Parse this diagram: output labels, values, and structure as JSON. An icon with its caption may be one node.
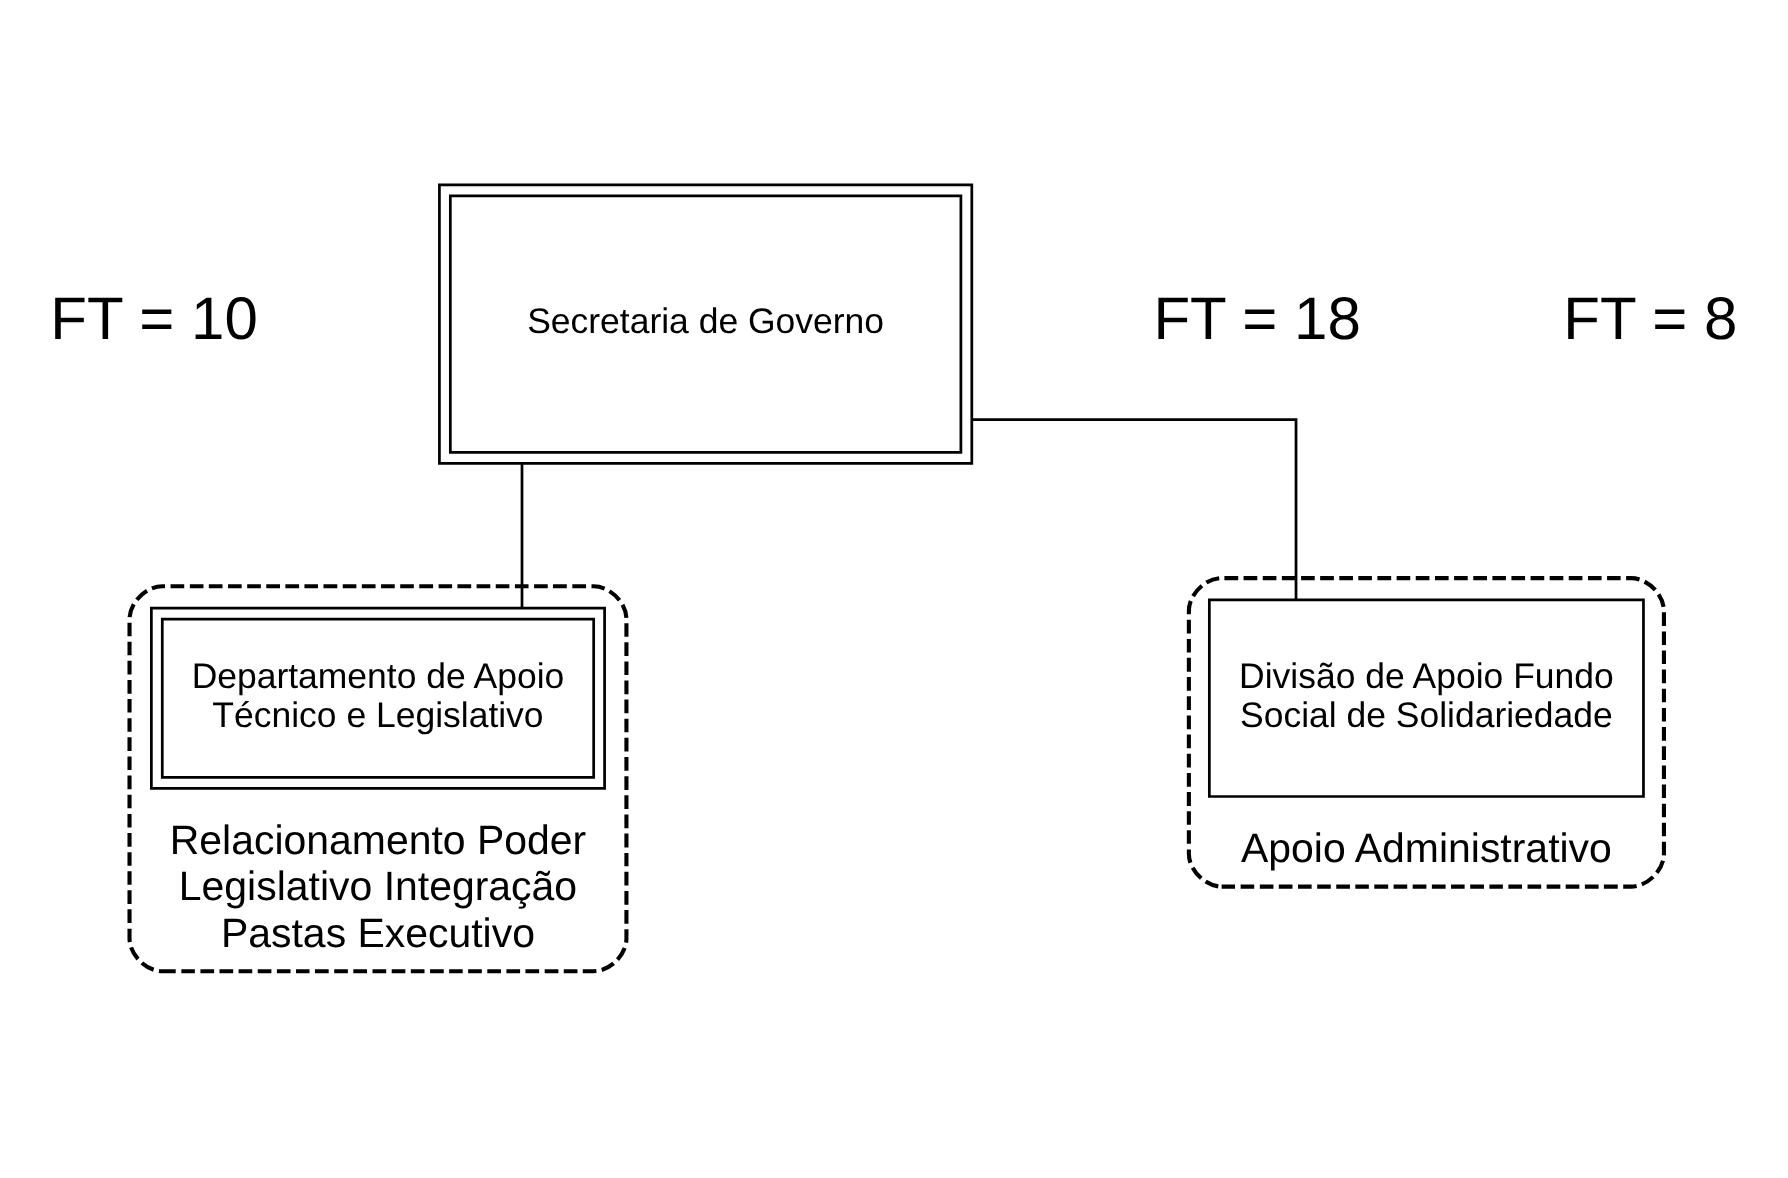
{
  "diagram": {
    "nodes": [
      {
        "text": [
          "Secretaria de Governo"
        ]
      },
      {
        "text": [],
        "shape": "loop",
        "beside": [
          "Relacionamento Poder Legislativo Integração Pastas Executivo"
        ]
      },
      {
        "text": [
          "Departamento de Apoio Técnico e Legislativo"
        ],
        "in": 1
      },
      {
        "text": [],
        "shape": "loop",
        "beside": [
          "Apoio Administrativo"
        ]
      },
      {
        "text": [
          "Divisão de Apoio Fundo Social de Solidariedade"
        ],
        "in": 3
      }
    ],
    "edges": [
      {
        "from": 0,
        "to": 2,
        "arrow": "none"
      },
      {
        "from": 0,
        "to": 4,
        "arrow": "none"
      }
    ],
    "labels": [
      "FT = 18",
      "FT = 10",
      "FT = 8"
    ]
  }
}
